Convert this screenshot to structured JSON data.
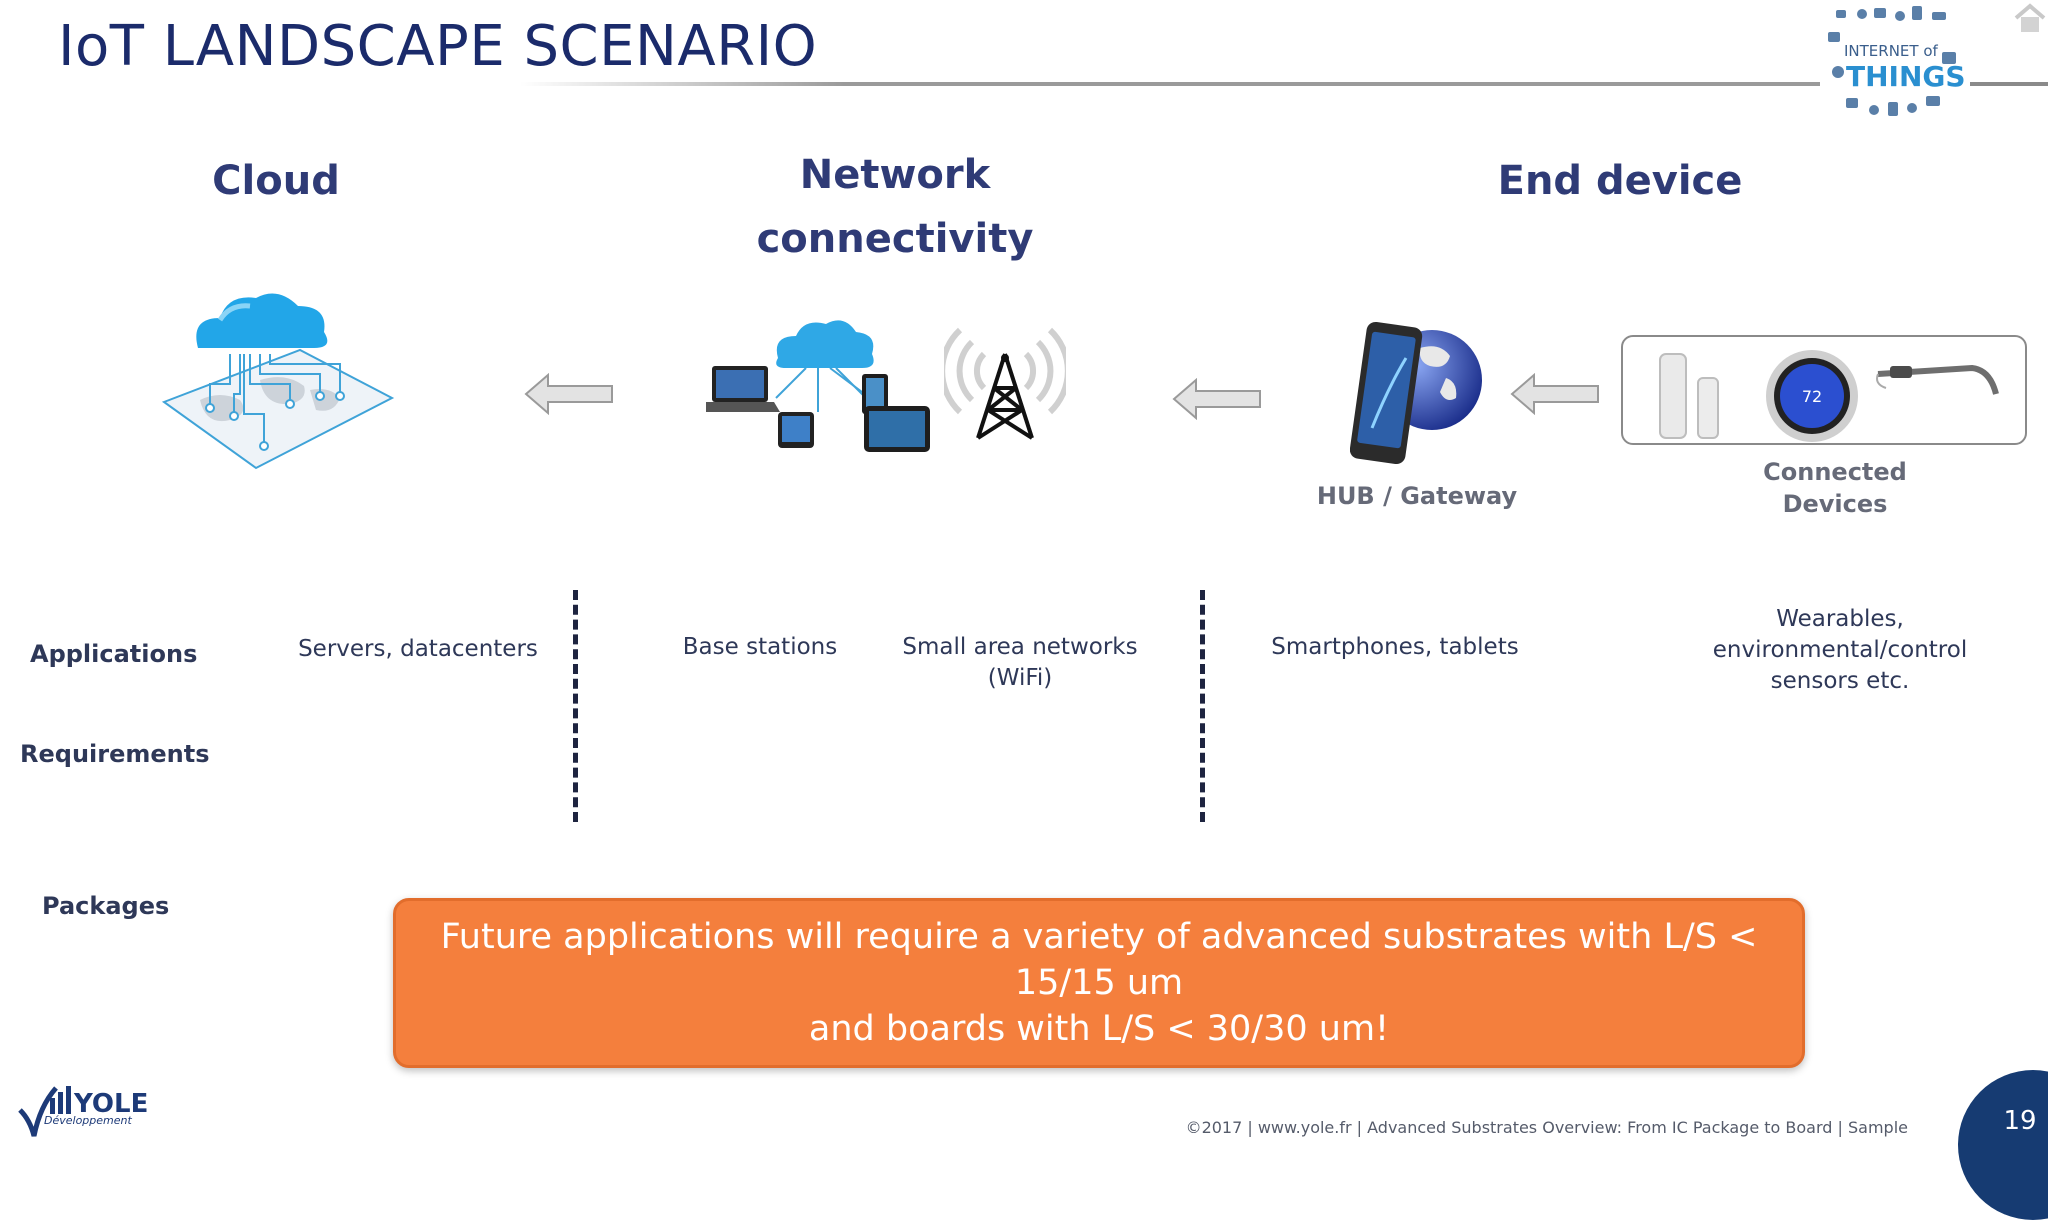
{
  "slide": {
    "title": "IoT LANDSCAPE SCENARIO",
    "page_number": "19",
    "footer": "©2017  | www.yole.fr | Advanced Substrates Overview: From IC Package to Board | Sample"
  },
  "columns": {
    "cloud": "Cloud",
    "network_line1": "Network",
    "network_line2": "connectivity",
    "end_device": "End device"
  },
  "captions": {
    "hub_gateway": "HUB / Gateway",
    "connected_line1": "Connected",
    "connected_line2": "Devices"
  },
  "logos": {
    "iot_line1": "INTERNET of",
    "iot_line2": "THINGS",
    "yole_name": "YOLE",
    "yole_sub": "Développement",
    "thermostat_value": "72"
  },
  "rows": {
    "applications": "Applications",
    "requirements": "Requirements",
    "packages": "Packages"
  },
  "applications": {
    "servers": "Servers, datacenters",
    "base_stations": "Base stations",
    "small_area_line1": "Small area networks",
    "small_area_line2": "(WiFi)",
    "smartphones": "Smartphones, tablets",
    "wearables_line1": "Wearables,",
    "wearables_line2": "environmental/control",
    "wearables_line3": "sensors etc."
  },
  "banner": {
    "line1": "Future applications will require a variety of advanced substrates with L/S < 15/15 um",
    "line2": "and boards with L/S < 30/30 um!"
  },
  "colors": {
    "title": "#1b2b6b",
    "heading": "#2f3b76",
    "banner": "#f47f3d",
    "page_circle": "#163b72"
  },
  "icons": [
    "home-icon",
    "iot-logo",
    "cloud-network-icon",
    "left-arrow-icon",
    "devices-cloud-icon",
    "radio-tower-icon",
    "smartphone-globe-icon",
    "weather-station-icon",
    "thermostat-icon",
    "smart-glasses-icon",
    "yole-logo"
  ]
}
